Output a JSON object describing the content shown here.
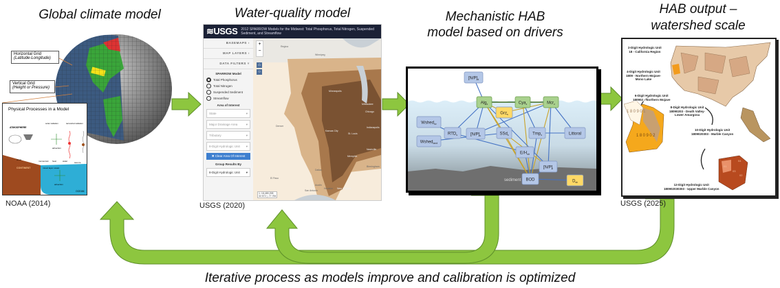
{
  "titles": {
    "global_climate": "Global climate model",
    "water_quality": "Water-quality model",
    "mechanistic_1": "Mechanistic HAB",
    "mechanistic_2": "model based on drivers",
    "hab_output_1": "HAB output –",
    "hab_output_2": "watershed scale"
  },
  "citations": {
    "noaa": "NOAA (2014)",
    "usgs2020": "USGS (2020)",
    "usgs2025": "USGS (2025)"
  },
  "climate": {
    "horizontal_grid": "Horizontal Grid",
    "horizontal_grid_sub": "(Latitude-Longitude)",
    "vertical_grid": "Vertical Grid",
    "vertical_grid_sub": "(Height or Pressure)",
    "physical_title": "Physical Processes in a Model",
    "labels": {
      "atmosphere": "ATMOSPHERE",
      "continent": "CONTINENT",
      "ocean": "OCEAN",
      "advection": "advection",
      "mixed": "mixed layer ocean",
      "momentum": "momentum",
      "heat": "heat",
      "water": "water",
      "sea_ice": "sea ice",
      "snow": "snow",
      "solar": "solar radiation",
      "terrestrial": "terrestrial radiation"
    }
  },
  "sparrow": {
    "logo": "≋USGS",
    "title": "2012 SPARROW Models for the Midwest: Total Phosphorus, Total Nitrogen, Suspended Sediment, and Streamflow",
    "sections": [
      "BASEMAPS ›",
      "MAP LAYERS ›",
      "DATA FILTERS ˅"
    ],
    "model_heading": "SPARROW Model",
    "models": [
      {
        "label": "Total Phosphorus",
        "selected": true
      },
      {
        "label": "Total Nitrogen",
        "selected": false
      },
      {
        "label": "Suspended Sediment",
        "selected": false
      },
      {
        "label": "Streamflow",
        "selected": false
      }
    ],
    "area_heading": "Area of Interest",
    "selects": [
      "State",
      "Major Drainage Area",
      "Tributary",
      "8-Digit Hydrologic Unit"
    ],
    "clear_button": "✖ Clear Area Of Interest",
    "group_heading": "Group Results By",
    "group_value": "8-Digit Hydrologic Unit",
    "zoom_in": "+",
    "zoom_out": "−",
    "scale": "1: 18,489,298",
    "coords": "32.572 | -77.784",
    "cities": [
      "Regina",
      "Winnipeg",
      "Minneapolis",
      "Milwaukee",
      "Chicago",
      "Denver",
      "Kansas City",
      "St. Louis",
      "Indianapolis",
      "Nashville",
      "Memphis",
      "Birmingham",
      "Dallas",
      "El Paso",
      "Austin",
      "San Antonio",
      "Houston",
      "New Orleans"
    ]
  },
  "hab": {
    "sediment": "sediment",
    "nodes": [
      {
        "id": "npd",
        "base": "[N/P]",
        "sub": "d",
        "kind": "blue"
      },
      {
        "id": "alg",
        "base": "Alg",
        "sub": "z",
        "kind": "green"
      },
      {
        "id": "cya",
        "base": "Cya",
        "sub": "z",
        "kind": "green"
      },
      {
        "id": "mcr",
        "base": "Mcr",
        "sub": "z",
        "kind": "green"
      },
      {
        "id": "grz",
        "base": "Grz",
        "sub": "s",
        "kind": "yellow"
      },
      {
        "id": "wriv",
        "base": "Wshed",
        "sub": "riv",
        "kind": "blue"
      },
      {
        "id": "wland",
        "base": "Wshed",
        "sub": "land",
        "kind": "blue"
      },
      {
        "id": "rtd",
        "base": "RTD",
        "sub": "s",
        "kind": "blue"
      },
      {
        "id": "nps",
        "base": "[N/P]",
        "sub": "s",
        "kind": "blue"
      },
      {
        "id": "ssd",
        "base": "SSd",
        "sub": "s",
        "kind": "blue"
      },
      {
        "id": "tmp",
        "base": "Tmp",
        "sub": "s",
        "kind": "blue"
      },
      {
        "id": "lit",
        "base": "Littoral",
        "sub": "",
        "kind": "blue"
      },
      {
        "id": "eh",
        "base": "E/H",
        "sub": "str",
        "kind": "blue"
      },
      {
        "id": "npi",
        "base": "[N/P]",
        "sub": "i",
        "kind": "blue"
      },
      {
        "id": "bod",
        "base": "BOD",
        "sub": "",
        "kind": "blue"
      },
      {
        "id": "dsk",
        "base": "D",
        "sub": "sk",
        "kind": "yellow"
      }
    ],
    "colors": {
      "blue": "#b4c7e7",
      "green": "#a9d18e",
      "yellow": "#ffd966",
      "arrow_blue": "#4472c4",
      "arrow_gold": "#c9a227",
      "arrow_green": "#3d6b21"
    }
  },
  "huc": {
    "l2": [
      "2-Digit Hydrologic Unit",
      "18 - California Region"
    ],
    "l4": [
      "4-Digit Hydrologic Unit",
      "1809 - Northern Mojave-",
      "Mono Lake"
    ],
    "l6": [
      "6-Digit Hydrologic Unit",
      "180902 - Northern Mojave"
    ],
    "l8": [
      "8-Digit Hydrologic Unit",
      "18090203 - Death Valley-",
      "Lower Amargosa"
    ],
    "l10": [
      "10-Digit Hydrologic Unit",
      "1809020303 - Marble Canyon"
    ],
    "l12": [
      "12-Digit Hydrologic Unit",
      "180902030303 - Upper Marble Canyon"
    ],
    "code_180901": "180901",
    "code_180902": "180902",
    "sub_codes": [
      "01",
      "02",
      "03",
      "04"
    ]
  },
  "caption": "Iterative process as models improve and calibration is optimized",
  "colors": {
    "arrow_green": "#8dc63f",
    "arrow_stroke": "#5e8f2a"
  }
}
